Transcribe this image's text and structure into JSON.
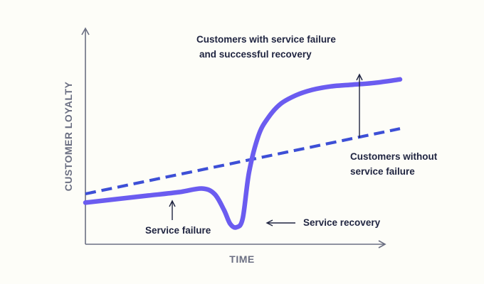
{
  "chart_data": {
    "type": "line",
    "xlabel": "TIME",
    "ylabel": "CUSTOMER LOYALTY",
    "xlim": [
      0,
      100
    ],
    "ylim": [
      0,
      100
    ],
    "grid": false,
    "series": [
      {
        "name": "Customers without service failure",
        "style": "dashed",
        "color": "#3d4fd6",
        "x": [
          0,
          100
        ],
        "y": [
          23,
          60
        ]
      },
      {
        "name": "Customers with service failure and successful recovery",
        "style": "solid",
        "color": "#6b5cf0",
        "x": [
          0,
          10,
          20,
          30,
          37,
          41,
          44,
          46,
          48,
          50,
          52,
          55,
          58,
          62,
          67,
          72,
          78,
          85,
          92,
          100
        ],
        "y": [
          18,
          20,
          22,
          24,
          26,
          23,
          14,
          6,
          4,
          9,
          35,
          56,
          66,
          74,
          79,
          82,
          84,
          85,
          86,
          88
        ]
      }
    ],
    "annotations": [
      {
        "text": "Service failure",
        "x": 28,
        "y": 6
      },
      {
        "text": "Service recovery",
        "x": 57,
        "y": 10
      },
      {
        "text": "Customers without",
        "x": 82,
        "y": 43
      },
      {
        "text": "service failure",
        "x": 82,
        "y": 37
      },
      {
        "text": "Customers with service failure",
        "x": 60,
        "y": 97
      },
      {
        "text": "and successful recovery",
        "x": 60,
        "y": 91
      }
    ]
  },
  "colors": {
    "axis": "#6b6f82",
    "annotation_text": "#1f2440",
    "background": "#fdfdf8"
  }
}
